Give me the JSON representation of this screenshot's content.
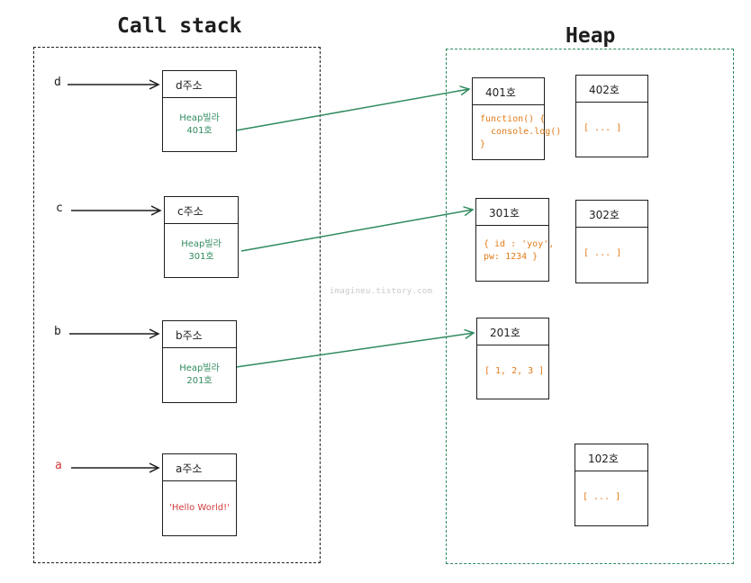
{
  "titles": {
    "call_stack": "Call stack",
    "heap": "Heap"
  },
  "stack": [
    {
      "var": "d",
      "addr": "d주소",
      "line1": "Heap빌라",
      "line2": "401호"
    },
    {
      "var": "c",
      "addr": "c주소",
      "line1": "Heap빌라",
      "line2": "301호"
    },
    {
      "var": "b",
      "addr": "b주소",
      "line1": "Heap빌라",
      "line2": "201호"
    },
    {
      "var": "a",
      "addr": "a주소",
      "line1": "'Hello World!'"
    }
  ],
  "heap": {
    "h401": {
      "label": "401호",
      "lines": [
        "function() {",
        "  console.log()",
        "}"
      ]
    },
    "h402": {
      "label": "402호",
      "value": "[ ... ]"
    },
    "h301": {
      "label": "301호",
      "lines": [
        "{ id : 'yoy',",
        "pw: 1234 }"
      ]
    },
    "h302": {
      "label": "302호",
      "value": "[ ... ]"
    },
    "h201": {
      "label": "201호",
      "value": "[ 1, 2, 3 ]"
    },
    "h102": {
      "label": "102호",
      "value": "[ ... ]"
    }
  },
  "watermark": "imagineu.tistory.com",
  "colors": {
    "stroke": "#1e1e1e",
    "heap_border": "#2f8a5e",
    "pointer_arrow": "#2f8a5e",
    "reference_text": "#2f8a5e",
    "heap_value": "#e07b1a",
    "primitive_value": "#d43b3b"
  }
}
